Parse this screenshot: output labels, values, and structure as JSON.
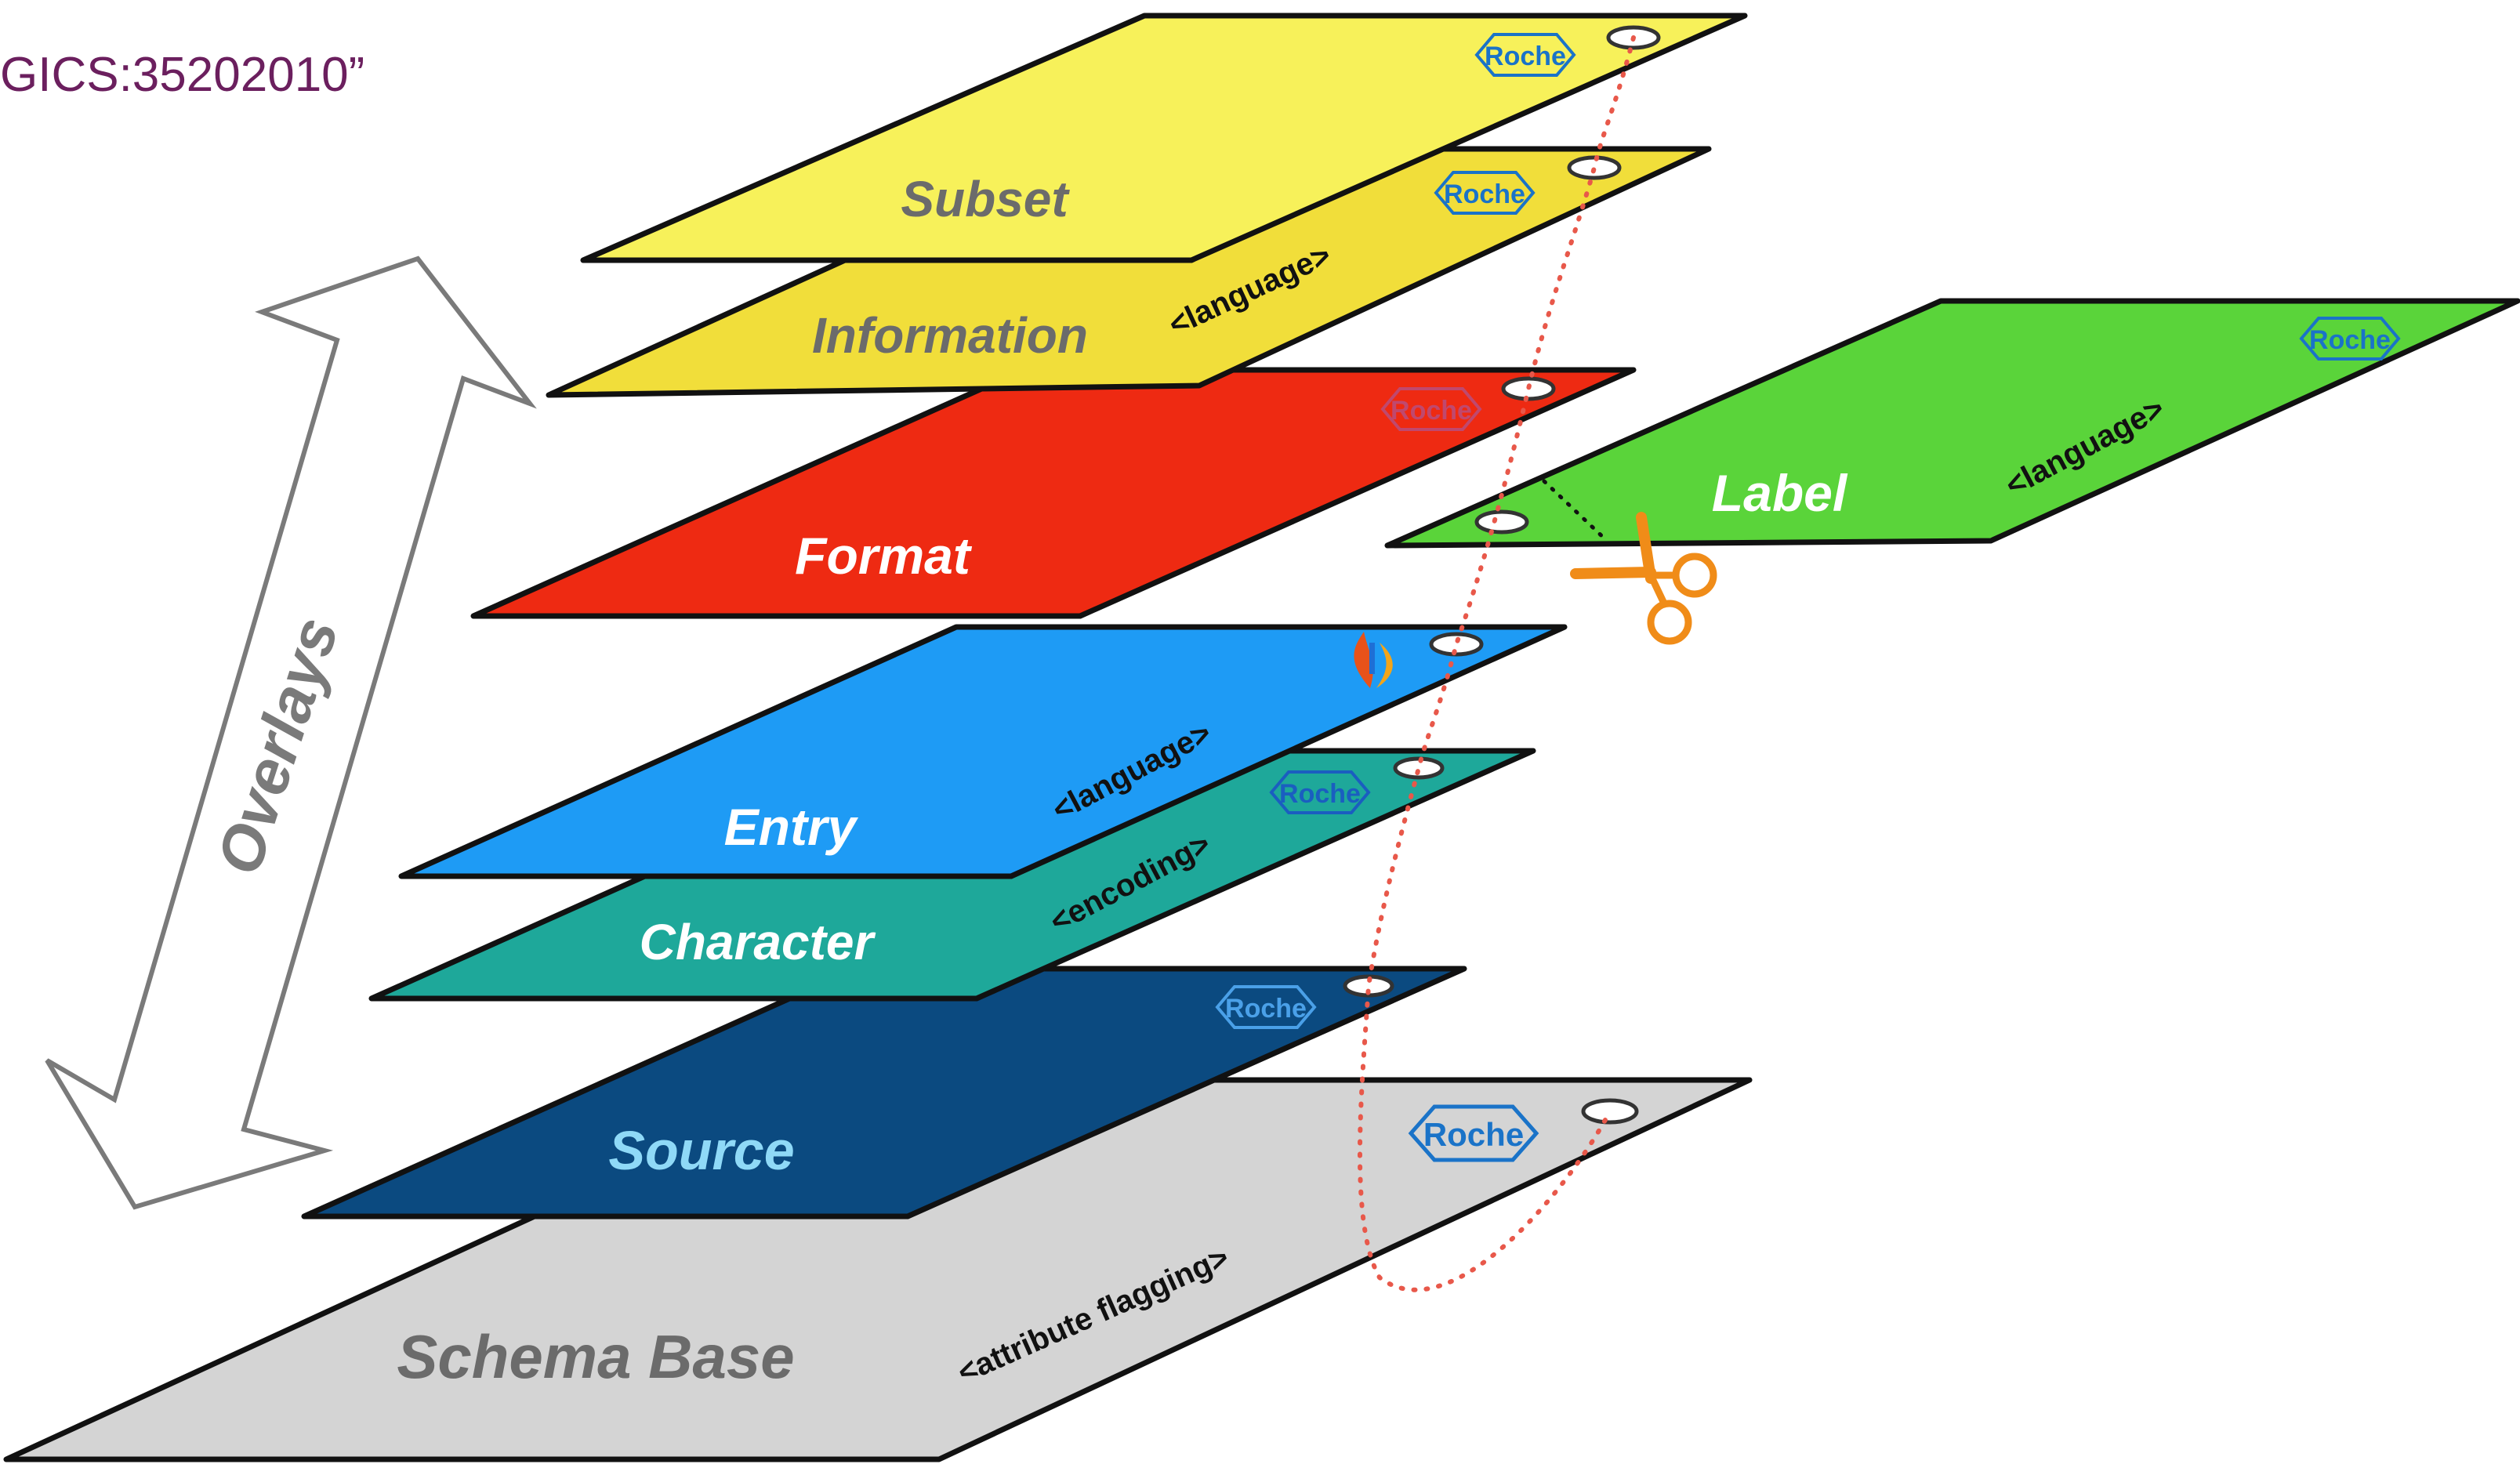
{
  "header": {
    "subtitle": "GICS:35202010”"
  },
  "arrow": {
    "label": "Overlays"
  },
  "logo": {
    "text": "Roche"
  },
  "layers": {
    "subset": {
      "label": "Subset",
      "color": "#f7f15a"
    },
    "information": {
      "label": "Information",
      "tag": "<language>",
      "color": "#f1de3a"
    },
    "format": {
      "label": "Format",
      "color": "#ee2a12"
    },
    "label": {
      "label": "Label",
      "tag": "<language>",
      "color": "#5ad43a"
    },
    "entry": {
      "label": "Entry",
      "tag": "<language>",
      "color": "#1e9bf5"
    },
    "character": {
      "label": "Character",
      "tag": "<encoding>",
      "color": "#1ea89a"
    },
    "source": {
      "label": "Source",
      "color": "#0b4a80"
    },
    "schema_base": {
      "label": "Schema Base",
      "tag": "<attribute flagging>",
      "color": "#d4d4d4"
    }
  },
  "colors": {
    "thread": "#e8584a",
    "scissors": "#f08c18",
    "roche_blue": "#1a73c8"
  }
}
